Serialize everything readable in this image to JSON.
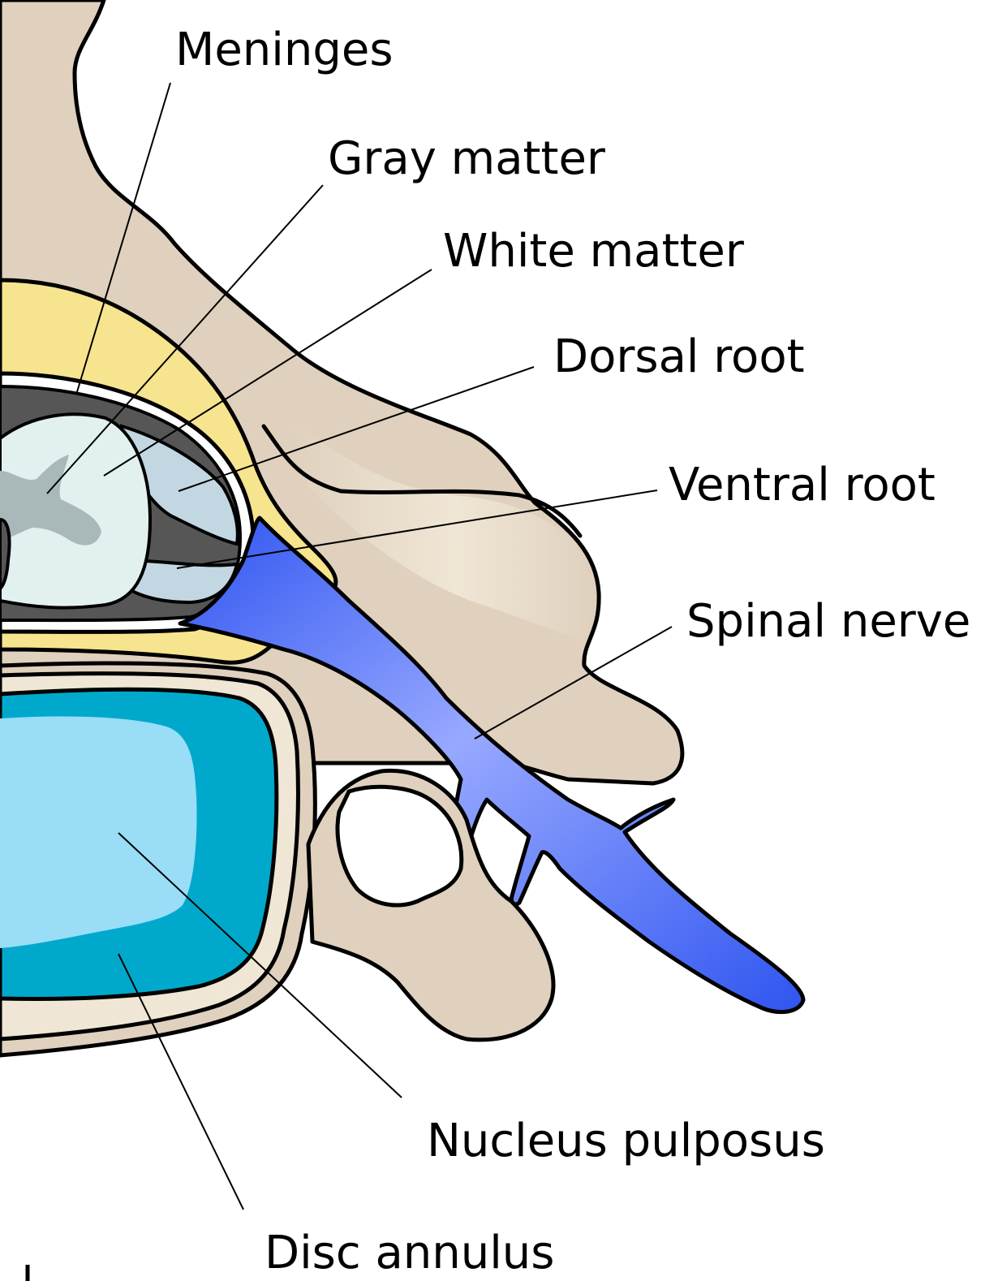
{
  "labels": {
    "meninges": "Meninges",
    "gray_matter": "Gray matter",
    "white_matter": "White matter",
    "dorsal_root": "Dorsal root",
    "ventral_root": "Ventral root",
    "spinal_nerve": "Spinal nerve",
    "nucleus_pulposus": "Nucleus pulposus",
    "disc_annulus": "Disc annulus"
  },
  "colors": {
    "bone": "#dfd1be",
    "bone_light": "#f0e6d5",
    "epidural_fat": "#f7e48e",
    "csf_space": "#565656",
    "white_matter": "#e3f0f0",
    "gray_matter": "#a9b8b8",
    "nerve_root": "#c3d7e2",
    "spinal_nerve": "#4f6ef0",
    "spinal_nerve_highlight": "#97a8ff",
    "disc_annulus": "#00a9cc",
    "nucleus_pulposus": "#99ddf7"
  }
}
